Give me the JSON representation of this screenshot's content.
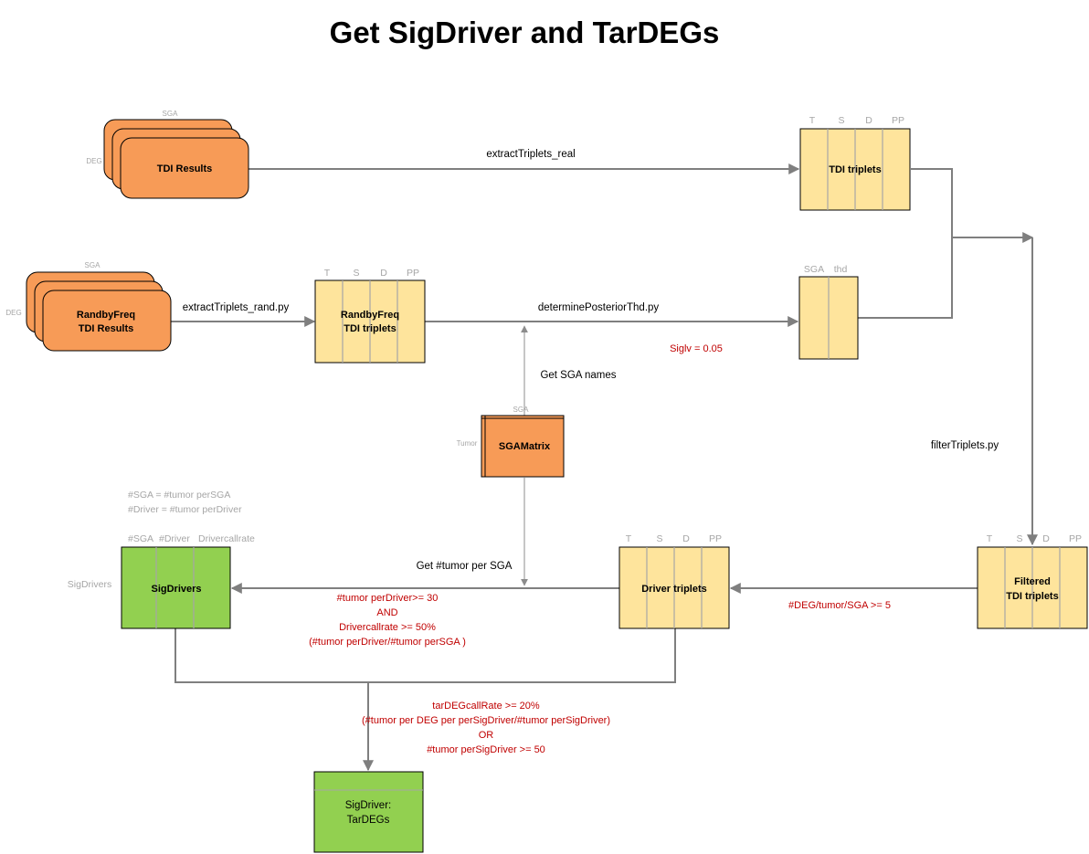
{
  "title": "Get SigDriver and TarDEGs",
  "nodes": {
    "tdi_results": {
      "label": "TDI Results",
      "row_axis": "DEG",
      "col_axis": "SGA"
    },
    "randbyfreq_results": {
      "line1": "RandbyFreq",
      "line2": "TDI Results",
      "row_axis": "DEG",
      "col_axis": "SGA"
    },
    "tdi_triplets": {
      "label": "TDI triplets",
      "cols": [
        "T",
        "S",
        "D",
        "PP"
      ]
    },
    "randbyfreq_triplets": {
      "line1": "RandbyFreq",
      "line2": "TDI triplets",
      "cols": [
        "T",
        "S",
        "D",
        "PP"
      ]
    },
    "threshold_table": {
      "cols": [
        "SGA",
        "thd"
      ]
    },
    "sga_matrix": {
      "label": "SGAMatrix",
      "row_axis": "Tumor",
      "col_axis": "SGA"
    },
    "filtered_triplets": {
      "line1": "Filtered",
      "line2": "TDI triplets",
      "cols": [
        "T",
        "S",
        "D",
        "PP"
      ]
    },
    "driver_triplets": {
      "label": "Driver triplets",
      "cols": [
        "T",
        "S",
        "D",
        "PP"
      ]
    },
    "sigdrivers": {
      "label": "SigDrivers",
      "side_label": "SigDrivers",
      "cols": [
        "#SGA",
        "#Driver",
        "Drivercallrate"
      ],
      "notes": [
        "#SGA = #tumor perSGA",
        "#Driver = #tumor perDriver"
      ]
    },
    "sigdriver_tardegs": {
      "line1": "SigDriver:",
      "line2": "TarDEGs"
    }
  },
  "edges": {
    "extract_real": "extractTriplets_real",
    "extract_rand": "extractTriplets_rand.py",
    "determine_thd": "determinePosteriorThd.py",
    "siglv": "Siglv = 0.05",
    "get_sga_names": "Get SGA names",
    "filter_triplets": "filterTriplets.py",
    "deg_threshold": "#DEG/tumor/SGA >= 5",
    "get_tumor_per_sga": "Get #tumor per SGA",
    "driver_criteria": [
      "#tumor perDriver>= 30",
      "AND",
      "Drivercallrate >= 50%",
      "(#tumor perDriver/#tumor perSGA )"
    ],
    "tardeg_criteria": [
      "tarDEGcallRate >= 20%",
      "(#tumor per DEG per perSigDriver/#tumor perSigDriver)",
      "OR",
      "#tumor perSigDriver >= 50"
    ]
  },
  "colors": {
    "orange": "#f79b57",
    "yellow": "#fee49c",
    "green": "#92d050",
    "red_text": "#c00000",
    "gray_text": "#a6a6a6",
    "connector": "#7f7f7f"
  }
}
